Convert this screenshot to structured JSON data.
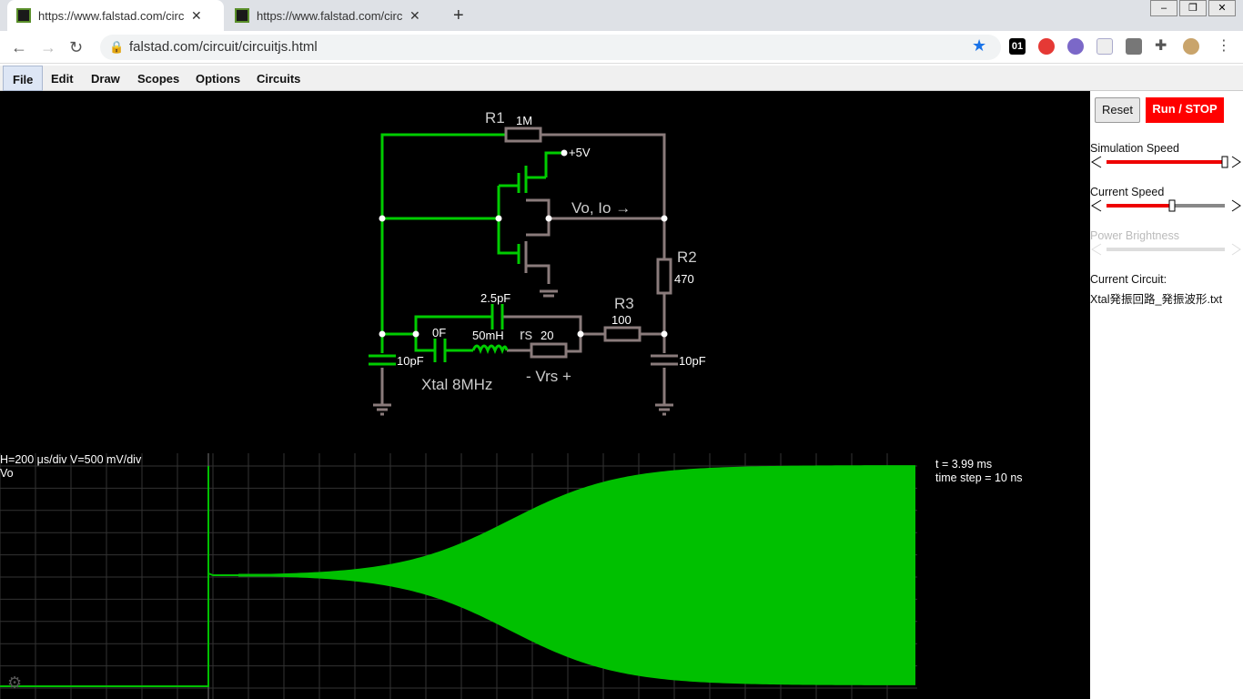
{
  "browser": {
    "tabs": [
      {
        "title": "https://www.falstad.com/circ",
        "close": "✕"
      },
      {
        "title": "https://www.falstad.com/circ",
        "close": "✕"
      }
    ],
    "new_tab": "+",
    "url": "falstad.com/circuit/circuitjs.html",
    "ext_badge": "01"
  },
  "menu": [
    "File",
    "Edit",
    "Draw",
    "Scopes",
    "Options",
    "Circuits"
  ],
  "circuit": {
    "r1_name": "R1",
    "r1_value": "1M",
    "vsupply": "+5V",
    "output_label": "Vo, Io →",
    "r2_name": "R2",
    "r2_value": "470",
    "c_top": "2.5pF",
    "r3_name": "R3",
    "r3_value": "100",
    "c0": "0F",
    "inductor": "50mH",
    "rs_name": "rs",
    "rs_value": "20",
    "c_left": "10pF",
    "c_right": "10pF",
    "xtal": "Xtal 8MHz",
    "vrs": "- Vrs +"
  },
  "scope": {
    "scale": "H=200 μs/div V=500 mV/div",
    "trace": "Vo",
    "time": "t = 3.99 ms",
    "step": "time step = 10 ns"
  },
  "panel": {
    "reset": "Reset",
    "run": "Run / STOP",
    "sim_speed": "Simulation Speed",
    "cur_speed": "Current Speed",
    "power": "Power Brightness",
    "current_circuit_label": "Current Circuit:",
    "current_circuit": "Xtal発振回路_発振波形.txt"
  },
  "colors": {
    "wire_active": "#00cc00",
    "wire_idle": "#8a7b7b",
    "trace": "#00c000",
    "run": "#ff0000"
  }
}
